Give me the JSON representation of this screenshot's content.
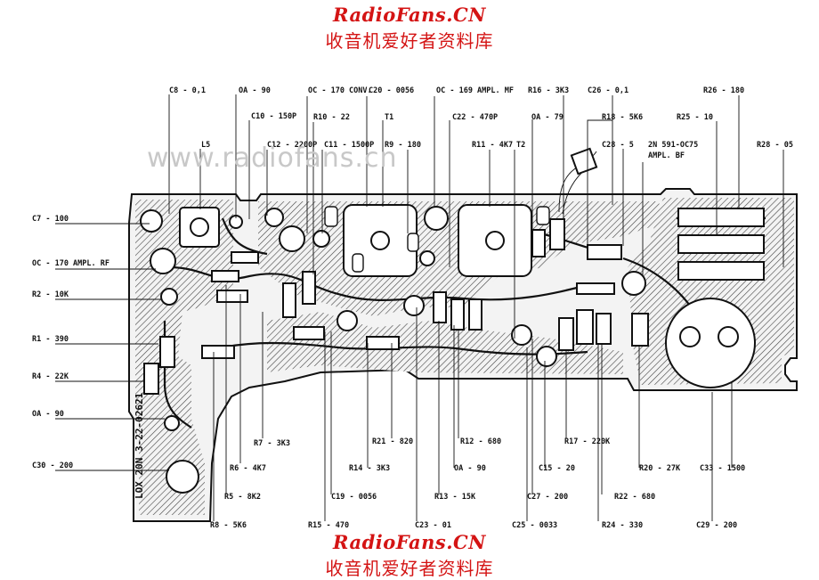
{
  "branding": {
    "site_name": "RadioFans.CN",
    "subtitle": "收音机爱好者资料库"
  },
  "watermark": "www.radiofans.cn",
  "board_marking": "LOX 20N  3-22-02621",
  "component_labels": {
    "top": [
      "C8 - 0,1",
      "OA - 90",
      "C10 - 150P",
      "L5",
      "C12 - 2200P",
      "OC - 170 CONV.",
      "R10 - 22",
      "C11 - 1500P",
      "C20 - 0056",
      "T1",
      "R9 - 180",
      "OC - 169 AMPL. MF",
      "C22 - 470P",
      "R11 - 4K7",
      "T2",
      "OA - 79",
      "R16 - 3K3",
      "C26 - 0,1",
      "R18 - 5K6",
      "C28 - 5",
      "2N 591-OC75",
      "AMPL. BF",
      "R26 - 180",
      "R25 - 10",
      "R28 - 05"
    ],
    "left": [
      "C7 - 100",
      "OC - 170 AMPL. RF",
      "R2 - 10K",
      "R1 - 390",
      "R4 - 22K",
      "OA - 90",
      "C30 - 200"
    ],
    "bottom": [
      "R7 - 3K3",
      "R6 - 4K7",
      "R5 - 8K2",
      "R8 - 5K6",
      "C19 - 0056",
      "R15 - 470",
      "R14 - 3K3",
      "R21 - 820",
      "C23 - 01",
      "R13 - 15K",
      "OA - 90",
      "R12 - 680",
      "C27 - 200",
      "C25 - 0033",
      "C15 - 20",
      "R17 - 220K",
      "R22 - 680",
      "R24 - 330",
      "R20 - 27K",
      "C33 - 1500",
      "C29 - 200"
    ]
  },
  "colors": {
    "brand": "#d41414",
    "ink": "#111111",
    "watermark": "#c8c8c8",
    "board_fill": "#f3f3f3"
  }
}
